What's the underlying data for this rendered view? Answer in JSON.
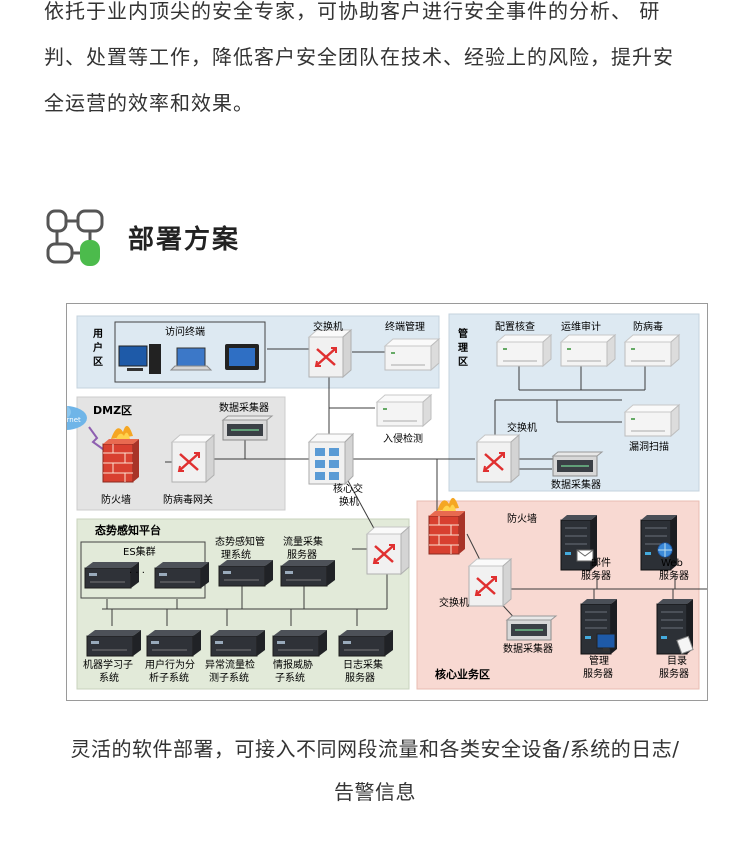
{
  "intro": {
    "line1": "依托于业内顶尖的安全专家，可协助客户进行安全事件的分析、 研",
    "line2": "判、处置等工作，降低客户安全团队在技术、经验上的风险，提升安",
    "line3": "全运营的效率和效果。"
  },
  "section": {
    "title": "部署方案",
    "icon": "flowchart-icon",
    "icon_accent": "#4cbb4c"
  },
  "diagram": {
    "zones": {
      "user": "用户区",
      "mgmt": "管理区",
      "dmz": "DMZ区",
      "situation": "态势感知平台",
      "core": "核心业务区"
    },
    "labels": {
      "terminal_access": "访问终端",
      "switch_top": "交换机",
      "terminal_mgmt": "终端管理",
      "config_check": "配置核查",
      "ops_audit": "运维审计",
      "antivirus_mgmt": "防病毒",
      "internet": "Internet",
      "data_collector_dmz": "数据采集器",
      "ids": "入侵检测",
      "switch_mgmt": "交换机",
      "vuln_scan": "漏洞扫描",
      "firewall_dmz": "防火墙",
      "av_gateway": "防病毒网关",
      "core_switch_1": "核心交",
      "core_switch_2": "换机",
      "data_collector_mgmt": "数据采集器",
      "es_cluster": "ES集群",
      "ellipsis": "· · ·",
      "sa_mgmt_1": "态势感知管",
      "sa_mgmt_2": "理系统",
      "flow_collect_1": "流量采集",
      "flow_collect_2": "服务器",
      "firewall_core": "防火墙",
      "mail_1": "邮件",
      "mail_2": "服务器",
      "web_1": "Web",
      "web_2": "服务器",
      "switch_core": "交换机",
      "data_collector_core": "数据采集器",
      "mgmt_server_1": "管理",
      "mgmt_server_2": "服务器",
      "dir_server_1": "目录",
      "dir_server_2": "服务器",
      "ml_1": "机器学习子",
      "ml_2": "系统",
      "uba_1": "用户行为分",
      "uba_2": "析子系统",
      "anomaly_1": "异常流量检",
      "anomaly_2": "测子系统",
      "threat_1": "情报威胁",
      "threat_2": "子系统",
      "log_1": "日志采集",
      "log_2": "服务器"
    },
    "colors": {
      "zone_user": "#dde9f2",
      "zone_mgmt": "#dde9f2",
      "zone_dmz": "#e4e4e4",
      "zone_situation": "#e2ead9",
      "zone_core": "#f8d9d2",
      "line": "#3c3c3c",
      "switch_arrow": "#e03030",
      "firewall": "#d84030"
    }
  },
  "caption": {
    "line1": "灵活的软件部署，可接入不同网段流量和各类安全设备/系统的日志/",
    "line2": "告警信息"
  }
}
